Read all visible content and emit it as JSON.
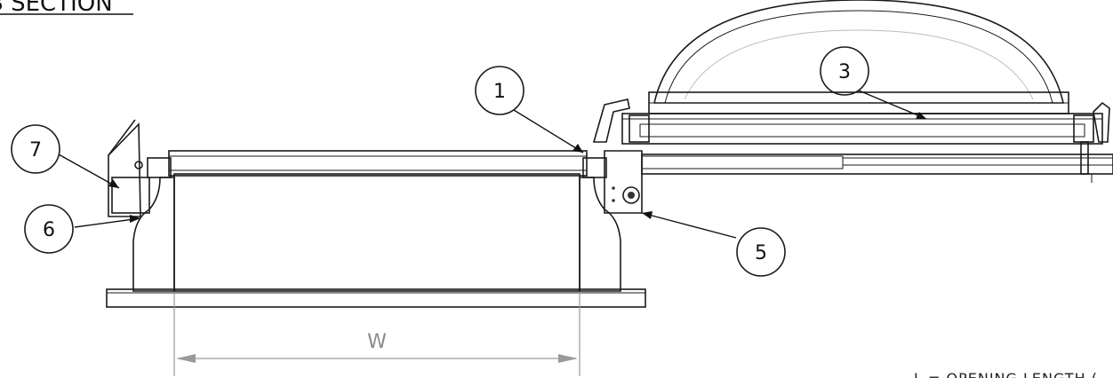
{
  "title": "B SECTION",
  "callouts": [
    {
      "id": "1",
      "label": "1"
    },
    {
      "id": "3",
      "label": "3"
    },
    {
      "id": "5",
      "label": "5"
    },
    {
      "id": "6",
      "label": "6"
    },
    {
      "id": "7",
      "label": "7"
    }
  ],
  "dimension": {
    "label": "W"
  },
  "corner_note": "L = OPENING LENGTH (",
  "colors": {
    "wood": "#c98a5a",
    "line": "#1a1a1a",
    "dimension": "#9a9a9a"
  }
}
